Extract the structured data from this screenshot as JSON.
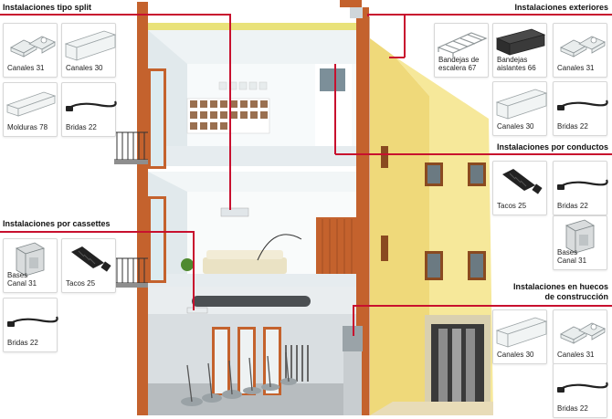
{
  "sections": {
    "split": {
      "title": "Instalaciones tipo split",
      "products": [
        {
          "label": "Canales 31",
          "icon": "small-channel-icon"
        },
        {
          "label": "Canales 30",
          "icon": "channel-icon"
        },
        {
          "label": "Molduras 78",
          "icon": "molding-icon"
        },
        {
          "label": "Bridas 22",
          "icon": "cable-tie-icon"
        }
      ]
    },
    "cassettes": {
      "title": "Instalaciones por cassettes",
      "products": [
        {
          "label": "Bases\nCanal 31",
          "icon": "channel-base-icon"
        },
        {
          "label": "Tacos 25",
          "icon": "plug-anchor-icon"
        },
        {
          "label": "Bridas 22",
          "icon": "cable-tie-icon"
        }
      ]
    },
    "exteriores": {
      "title": "Instalaciones exteriores",
      "products": [
        {
          "label": "Bandejas de\nescalera 67",
          "icon": "ladder-tray-icon"
        },
        {
          "label": "Bandejas\naislantes 66",
          "icon": "insulating-tray-icon"
        },
        {
          "label": "Canales 31",
          "icon": "small-channel-icon"
        },
        {
          "label": "Canales 30",
          "icon": "channel-icon"
        },
        {
          "label": "Bridas 22",
          "icon": "cable-tie-icon"
        }
      ]
    },
    "conductos": {
      "title": "Instalaciones por conductos",
      "products": [
        {
          "label": "Tacos 25",
          "icon": "plug-anchor-icon"
        },
        {
          "label": "Bridas 22",
          "icon": "cable-tie-icon"
        },
        {
          "label": "Bases\nCanal 31",
          "icon": "channel-base-icon"
        }
      ]
    },
    "huecos": {
      "title": "Instalaciones en huecos\nde construcción",
      "products": [
        {
          "label": "Canales 30",
          "icon": "channel-icon"
        },
        {
          "label": "Canales 31",
          "icon": "small-channel-icon"
        },
        {
          "label": "Bridas 22",
          "icon": "cable-tie-icon"
        }
      ]
    }
  }
}
